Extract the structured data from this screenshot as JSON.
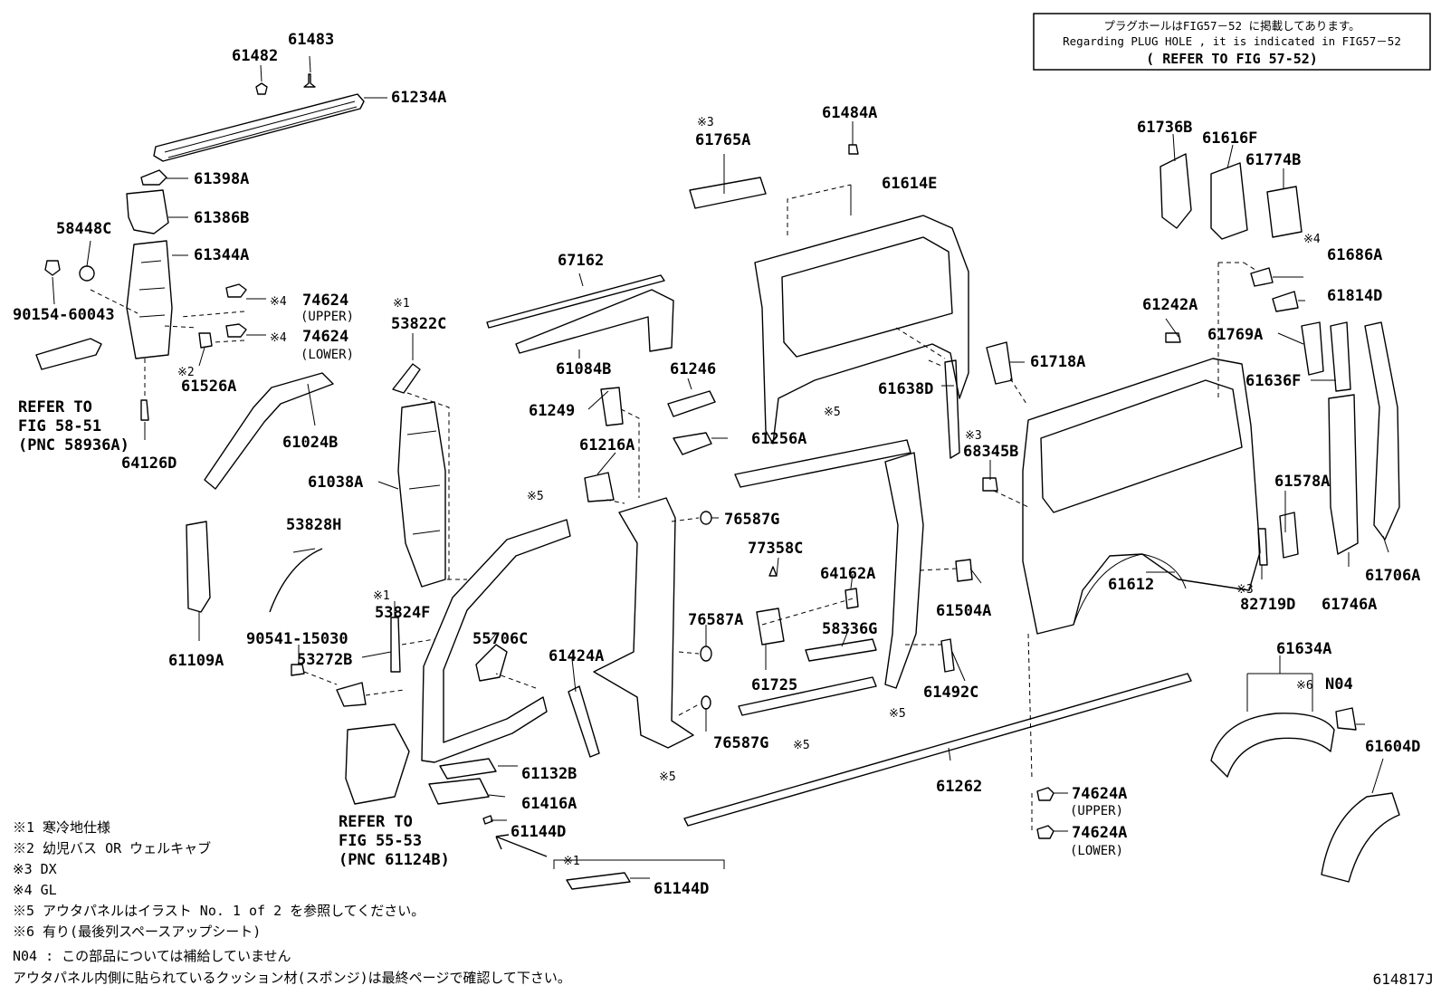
{
  "header_note": {
    "line1": "プラグホールはFIG57－52 に掲載してあります。",
    "line2": "Regarding PLUG HOLE , it is indicated in FIG57－52",
    "line3": "( REFER TO FIG 57-52)"
  },
  "labels": {
    "p61482": "61482",
    "p61483": "61483",
    "p61234A": "61234A",
    "p61398A": "61398A",
    "p61386B": "61386B",
    "p58448C": "58448C",
    "p61344A": "61344A",
    "p90154": "90154-60043",
    "p74624u": "74624",
    "p74624u_sub": "(UPPER)",
    "p74624l": "74624",
    "p74624l_sub": "(LOWER)",
    "p61526A": "61526A",
    "p64126D": "64126D",
    "p61024B": "61024B",
    "p61109A": "61109A",
    "p53822C": "53822C",
    "p61038A": "61038A",
    "p53828H": "53828H",
    "p53824F": "53824F",
    "p90541": "90541-15030",
    "p53272B": "53272B",
    "p55706C": "55706C",
    "p61132B": "61132B",
    "p61416A": "61416A",
    "p61144D": "61144D",
    "p61144D_b": "61144D",
    "p67162": "67162",
    "p61084B": "61084B",
    "p61246": "61246",
    "p61249": "61249",
    "p61216A": "61216A",
    "p61256A": "61256A",
    "p76587G": "76587G",
    "p76587G_b": "76587G",
    "p76587A": "76587A",
    "p77358C": "77358C",
    "p64162A": "64162A",
    "p58336G": "58336G",
    "p61725": "61725",
    "p61424A": "61424A",
    "p61504A": "61504A",
    "p61492C": "61492C",
    "p61262": "61262",
    "p61765A": "61765A",
    "p61484A": "61484A",
    "p61614E": "61614E",
    "p61638D": "61638D",
    "p61718A": "61718A",
    "p68345B": "68345B",
    "p61242A": "61242A",
    "p61736B": "61736B",
    "p61616F": "61616F",
    "p61774B": "61774B",
    "p61686A": "61686A",
    "p61814D": "61814D",
    "p61769A": "61769A",
    "p61636F": "61636F",
    "p61578A": "61578A",
    "p61612": "61612",
    "p82719D": "82719D",
    "p61746A": "61746A",
    "p61706A": "61706A",
    "p61634A": "61634A",
    "pN04": "N04",
    "p61604D": "61604D",
    "p74624A_u": "74624A",
    "p74624A_u_sub": "(UPPER)",
    "p74624A_l": "74624A",
    "p74624A_l_sub": "(LOWER)"
  },
  "marks": {
    "m1": "※1",
    "m2": "※2",
    "m3": "※3",
    "m4": "※4",
    "m5": "※5",
    "m6": "※6"
  },
  "refers": {
    "r1": {
      "line1": "REFER TO",
      "line2": "FIG 58-51",
      "line3": "(PNC 58936A)"
    },
    "r2": {
      "line1": "REFER TO",
      "line2": "FIG 55-53",
      "line3": "(PNC 61124B)"
    }
  },
  "legend": [
    "※1 寒冷地仕様",
    "※2 幼児バス OR ウェルキャブ",
    "※3 DX",
    "※4 GL",
    "※5 アウタパネルはイラスト No. 1 of 2 を参照してください。",
    "※6 有り(最後列スペースアップシート)",
    "N04 : この部品については補給していません",
    "アウタパネル内側に貼られているクッション材(スポンジ)は最終ページで確認して下さい。"
  ],
  "figure_id": "614817J"
}
